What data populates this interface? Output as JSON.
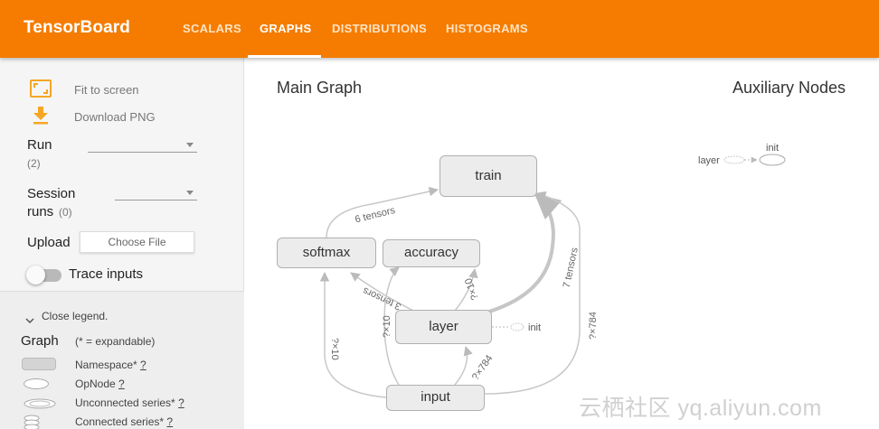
{
  "header": {
    "brand": "TensorBoard",
    "tabs": [
      "SCALARS",
      "GRAPHS",
      "DISTRIBUTIONS",
      "HISTOGRAMS"
    ],
    "active_tab": "GRAPHS",
    "background": "#f57c00"
  },
  "sidebar": {
    "fit_to_screen": "Fit to screen",
    "download_png": "Download PNG",
    "run_label": "Run",
    "run_count": "(2)",
    "session_label_1": "Session",
    "session_label_2": "runs",
    "session_count": "(0)",
    "upload_label": "Upload",
    "choose_file": "Choose File",
    "trace_inputs": "Trace inputs",
    "icon_color": "#f5a623"
  },
  "legend": {
    "close": "Close legend.",
    "graph": "Graph",
    "expandable_note": "(* = expandable)",
    "items": [
      {
        "label": "Namespace*",
        "help": "?"
      },
      {
        "label": "OpNode",
        "help": "?"
      },
      {
        "label": "Unconnected series*",
        "help": "?"
      },
      {
        "label": "Connected series*",
        "help": "?"
      }
    ]
  },
  "graph": {
    "main_title": "Main Graph",
    "aux_title": "Auxiliary Nodes",
    "nodes": {
      "train": "train",
      "softmax": "softmax",
      "accuracy": "accuracy",
      "layer": "layer",
      "input": "input",
      "init": "init"
    },
    "edge_labels": {
      "softmax_train": "6 tensors",
      "layer_softmax": "3 tensors",
      "layer_accuracy": "?×10",
      "layer_train": "7 tensors",
      "input_softmax": "?×10",
      "input_accuracy": "?×10",
      "input_layer": "?×784",
      "input_train": "?×784"
    },
    "aux": {
      "layer": "layer",
      "init": "init"
    }
  },
  "watermark": "云栖社区 yq.aliyun.com"
}
